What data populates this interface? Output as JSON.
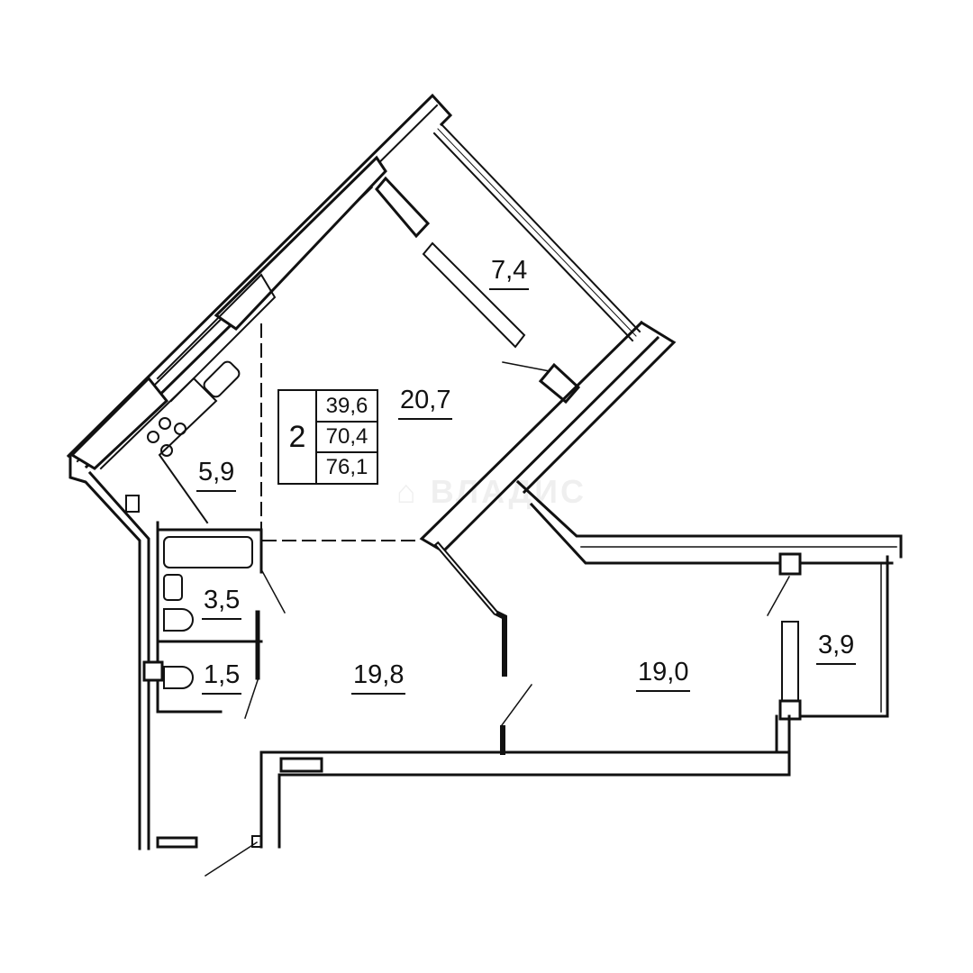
{
  "apartment": {
    "rooms_count": "2",
    "living_area": "39,6",
    "total_area": "70,4",
    "total_area_with_balconies": "76,1"
  },
  "rooms": [
    {
      "id": "balcony-top",
      "area": "7,4"
    },
    {
      "id": "living-room",
      "area": "20,7"
    },
    {
      "id": "kitchen",
      "area": "5,9"
    },
    {
      "id": "bathroom",
      "area": "3,5"
    },
    {
      "id": "toilet",
      "area": "1,5"
    },
    {
      "id": "hallway",
      "area": "19,8"
    },
    {
      "id": "bedroom",
      "area": "19,0"
    },
    {
      "id": "balcony-right",
      "area": "3,9"
    }
  ],
  "watermark": "ВЛАДИС",
  "colors": {
    "line": "#111111",
    "background": "#ffffff"
  }
}
